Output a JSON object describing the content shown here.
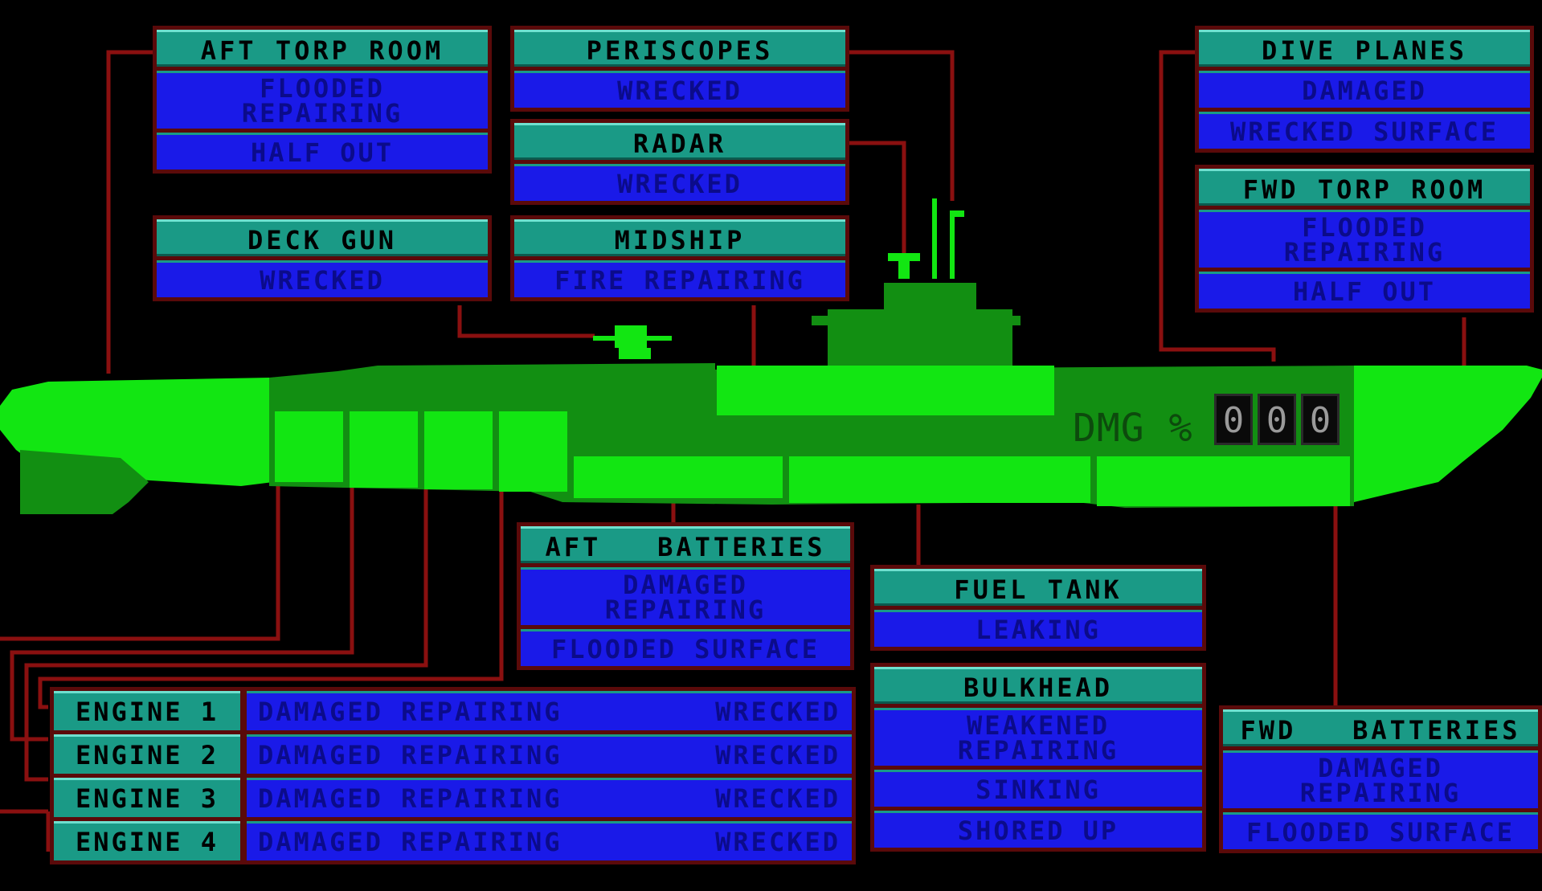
{
  "colors": {
    "hull_light": "#12e612",
    "hull_dark": "#128f12",
    "leader_line": "#8a1010",
    "header_bg": "#1a9a86",
    "status_bg": "#1a1ae8",
    "status_text": "#0b0b8a"
  },
  "compartments": {
    "aft_torp_room": {
      "title": "AFT TORP ROOM",
      "status1a": "FLOODED",
      "status1b": "REPAIRING",
      "status2": "HALF OUT"
    },
    "periscopes": {
      "title": "PERISCOPES",
      "status": "WRECKED"
    },
    "radar": {
      "title": "RADAR",
      "status": "WRECKED"
    },
    "deck_gun": {
      "title": "DECK GUN",
      "status": "WRECKED"
    },
    "midship": {
      "title": "MIDSHIP",
      "status": "FIRE REPAIRING"
    },
    "dive_planes": {
      "title": "DIVE PLANES",
      "status1": "DAMAGED",
      "status2": "WRECKED SURFACE"
    },
    "fwd_torp_room": {
      "title": "FWD TORP ROOM",
      "status1a": "FLOODED",
      "status1b": "REPAIRING",
      "status2": "HALF OUT"
    },
    "aft_batteries": {
      "title": "AFT   BATTERIES",
      "status1a": "DAMAGED",
      "status1b": "REPAIRING",
      "status2": "FLOODED SURFACE"
    },
    "fuel_tank": {
      "title": "FUEL TANK",
      "status": "LEAKING"
    },
    "bulkhead": {
      "title": "BULKHEAD",
      "status1a": "WEAKENED",
      "status1b": "REPAIRING",
      "status2": "SINKING",
      "status3": "SHORED UP"
    },
    "fwd_batteries": {
      "title": "FWD   BATTERIES",
      "status1a": "DAMAGED",
      "status1b": "REPAIRING",
      "status2": "FLOODED SURFACE"
    }
  },
  "engines": [
    {
      "name": "ENGINE 1",
      "s1": "DAMAGED REPAIRING",
      "s2": "WRECKED"
    },
    {
      "name": "ENGINE 2",
      "s1": "DAMAGED REPAIRING",
      "s2": "WRECKED"
    },
    {
      "name": "ENGINE 3",
      "s1": "DAMAGED REPAIRING",
      "s2": "WRECKED"
    },
    {
      "name": "ENGINE 4",
      "s1": "DAMAGED REPAIRING",
      "s2": "WRECKED"
    }
  ],
  "damage": {
    "label": "DMG %",
    "digits": [
      "0",
      "0",
      "0"
    ]
  }
}
